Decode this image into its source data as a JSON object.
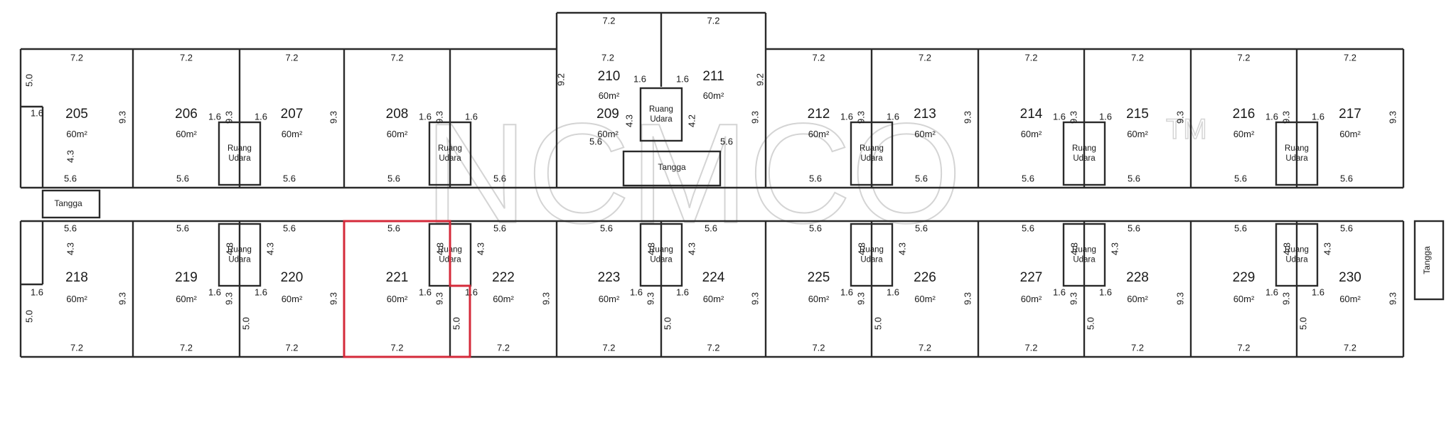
{
  "top_units": [
    {
      "num": "205",
      "area": "60m²",
      "room": null
    },
    {
      "num": "206",
      "area": "60m²",
      "room": null
    },
    {
      "num": "207",
      "area": "60m²",
      "room": "Ruang Udara"
    },
    {
      "num": "208",
      "area": "60m²",
      "room": null
    },
    {
      "num": "209",
      "area": "60m²",
      "room": "Ruang Udara"
    },
    {
      "num": "212",
      "area": "60m²",
      "room": null
    },
    {
      "num": "213",
      "area": "60m²",
      "room": "Ruang Udara"
    },
    {
      "num": "214",
      "area": "60m²",
      "room": null
    },
    {
      "num": "215",
      "area": "60m²",
      "room": "Ruang Udara"
    },
    {
      "num": "216",
      "area": "60m²",
      "room": null
    },
    {
      "num": "217",
      "area": "60m²",
      "room": "Ruang Udara"
    }
  ],
  "center_units": [
    {
      "num": "210",
      "area": "60m²"
    },
    {
      "num": "211",
      "area": "60m²"
    }
  ],
  "center_room": "Ruang Udara",
  "bottom_units": [
    {
      "num": "218",
      "area": "60m²",
      "room": null
    },
    {
      "num": "219",
      "area": "60m²",
      "room": null
    },
    {
      "num": "220",
      "area": "60m²",
      "room": "Ruang Udara"
    },
    {
      "num": "221",
      "area": "60m²",
      "room": null
    },
    {
      "num": "222",
      "area": "60m²",
      "room": "Ruang Udara"
    },
    {
      "num": "223",
      "area": "60m²",
      "room": null
    },
    {
      "num": "224",
      "area": "60m²",
      "room": "Ruang Udara"
    },
    {
      "num": "225",
      "area": "60m²",
      "room": null
    },
    {
      "num": "226",
      "area": "60m²",
      "room": "Ruang Udara"
    },
    {
      "num": "227",
      "area": "60m²",
      "room": null
    },
    {
      "num": "228",
      "area": "60m²",
      "room": "Ruang Udara"
    },
    {
      "num": "229",
      "area": "60m²",
      "room": null
    },
    {
      "num": "230",
      "area": "60m²",
      "room": "Ruang Udara"
    }
  ],
  "stairs": {
    "left": "Tangga",
    "center": "Tangga",
    "right": "Tangga"
  },
  "dims": {
    "width": "7.2",
    "depth": "9.3",
    "depth_center": "9.2",
    "room_w": "1.6",
    "room_h": "4.3",
    "room_h_center": "4.2",
    "recess": "5.0",
    "recess_w": "5.6"
  },
  "watermark": {
    "text": "NCMCO",
    "tm": "TM"
  },
  "highlight_unit": "221",
  "colors": {
    "walls": "#2a2a2a",
    "highlight": "#d42a3a",
    "watermark": "#d4d4d4"
  }
}
